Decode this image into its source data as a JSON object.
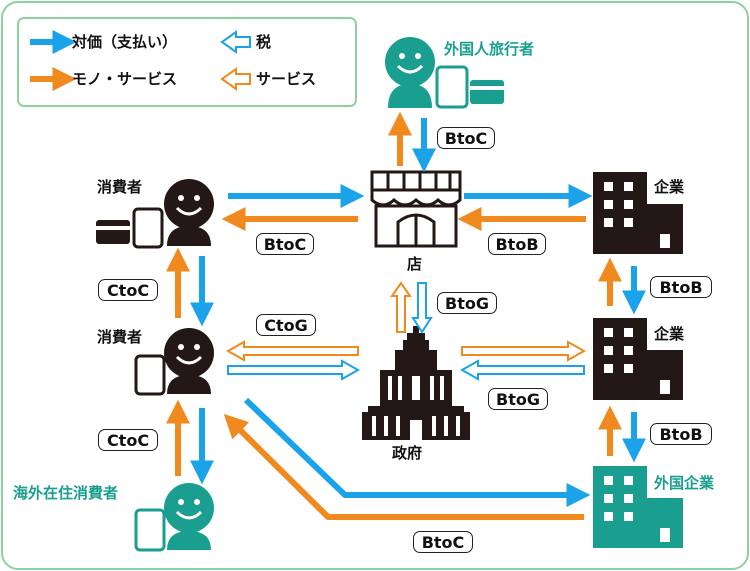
{
  "colors": {
    "blue": "#1aa3e8",
    "orange": "#f08a1e",
    "teal": "#1a9e8f",
    "dark": "#231815",
    "frame": "#8fd19e"
  },
  "legend": {
    "payment": "対価（支払い）",
    "tax": "税",
    "goods_services": "モノ・サービス",
    "services": "サービス"
  },
  "nodes": {
    "foreign_traveler": "外国人旅行者",
    "consumer_top": "消費者",
    "store": "店",
    "company_top": "企業",
    "consumer_mid": "消費者",
    "government": "政府",
    "company_mid": "企業",
    "overseas_consumer": "海外在住消費者",
    "foreign_company": "外国企業"
  },
  "tags": {
    "store_traveler": "BtoC",
    "consumer_store": "BtoC",
    "store_company": "BtoB",
    "consumer_consumer_upper": "CtoC",
    "store_gov": "BtoG",
    "consumer_gov": "CtoG",
    "company_company_upper": "BtoB",
    "company_gov": "BtoG",
    "consumer_consumer_lower": "CtoC",
    "company_foreign": "BtoB",
    "foreign_consumer": "BtoC"
  },
  "icons": {
    "person": "smiley-person-icon",
    "phone": "smartphone-icon",
    "card": "credit-card-icon",
    "store": "storefront-icon",
    "building": "office-building-icon",
    "government": "government-building-icon"
  }
}
